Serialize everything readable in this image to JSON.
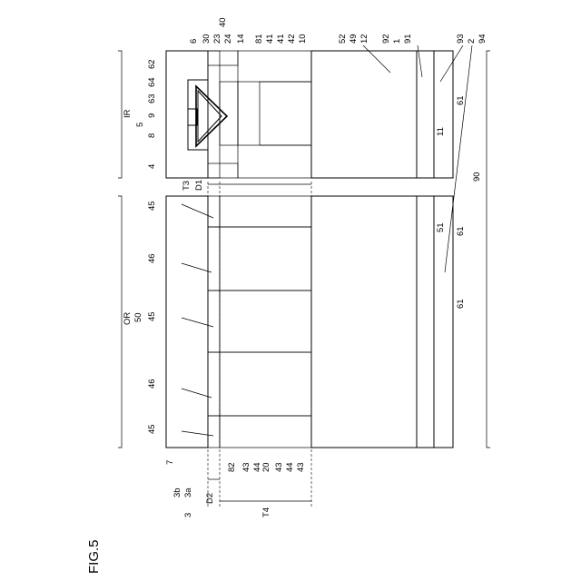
{
  "figure_title": "FIG.5",
  "regions": {
    "OR": "OR",
    "IR": "IR",
    "r50": "50",
    "r90": "90",
    "r5": "5"
  },
  "labels": {
    "l7": "7",
    "l3": "3",
    "l3a": "3a",
    "l3b": "3b",
    "d2": "D2",
    "d1": "D1",
    "t3": "T3",
    "t4": "T4",
    "l20": "20",
    "l82": "82",
    "l81": "81",
    "l45a": "45",
    "l45b": "45",
    "l45c": "45",
    "l46a": "46",
    "l46b": "46",
    "l43a": "43",
    "l43b": "43",
    "l43c": "43",
    "l44a": "44",
    "l44b": "44",
    "l4": "4",
    "l8": "8",
    "l9": "9",
    "l63": "63",
    "l64": "64",
    "l62": "62",
    "l6": "6",
    "l30": "30",
    "l23": "23",
    "l24": "24",
    "l40": "40",
    "l14": "14",
    "l41a": "41",
    "l41b": "41",
    "l42": "42",
    "l10": "10",
    "l52": "52",
    "l49": "49",
    "l12": "12",
    "l92": "92",
    "l1": "1",
    "l91": "91",
    "l93": "93",
    "l2": "2",
    "l94": "94",
    "l11": "11",
    "l51": "51",
    "l61a": "61",
    "l61b": "61",
    "l61c": "61"
  }
}
